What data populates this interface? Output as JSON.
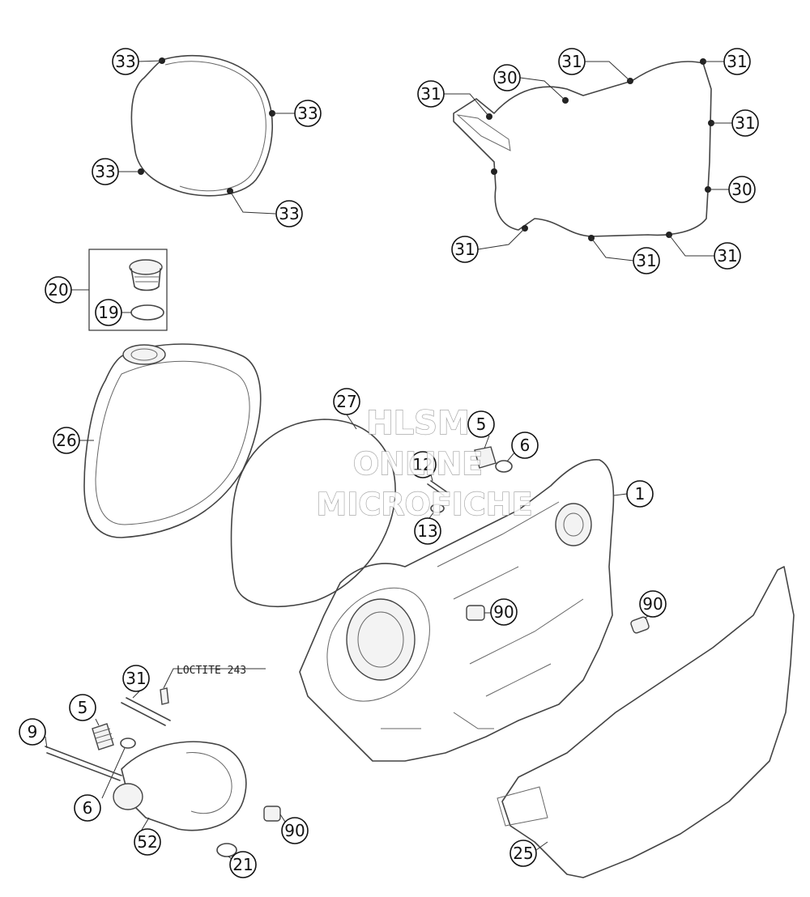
{
  "callouts": [
    {
      "id": "c-33a",
      "label": "33"
    },
    {
      "id": "c-33b",
      "label": "33"
    },
    {
      "id": "c-33c",
      "label": "33"
    },
    {
      "id": "c-33d",
      "label": "33"
    },
    {
      "id": "c-31a",
      "label": "31"
    },
    {
      "id": "c-30a",
      "label": "30"
    },
    {
      "id": "c-31b",
      "label": "31"
    },
    {
      "id": "c-31c",
      "label": "31"
    },
    {
      "id": "c-31d",
      "label": "31"
    },
    {
      "id": "c-30b",
      "label": "30"
    },
    {
      "id": "c-31e",
      "label": "31"
    },
    {
      "id": "c-31f",
      "label": "31"
    },
    {
      "id": "c-31g",
      "label": "31"
    },
    {
      "id": "c-20",
      "label": "20"
    },
    {
      "id": "c-19",
      "label": "19"
    },
    {
      "id": "c-26",
      "label": "26"
    },
    {
      "id": "c-27",
      "label": "27"
    },
    {
      "id": "c-5a",
      "label": "5"
    },
    {
      "id": "c-6a",
      "label": "6"
    },
    {
      "id": "c-12",
      "label": "12"
    },
    {
      "id": "c-13",
      "label": "13"
    },
    {
      "id": "c-1",
      "label": "1"
    },
    {
      "id": "c-90a",
      "label": "90"
    },
    {
      "id": "c-90b",
      "label": "90"
    },
    {
      "id": "c-31h",
      "label": "31"
    },
    {
      "id": "c-5b",
      "label": "5"
    },
    {
      "id": "c-9",
      "label": "9"
    },
    {
      "id": "c-6b",
      "label": "6"
    },
    {
      "id": "c-52",
      "label": "52"
    },
    {
      "id": "c-90c",
      "label": "90"
    },
    {
      "id": "c-21",
      "label": "21"
    },
    {
      "id": "c-25",
      "label": "25"
    }
  ],
  "annotation": {
    "loctite": "LOCTITE 243"
  },
  "watermark": {
    "line1": "HLSM",
    "line2": "ONLINE",
    "line3": "MICROFICHE"
  }
}
